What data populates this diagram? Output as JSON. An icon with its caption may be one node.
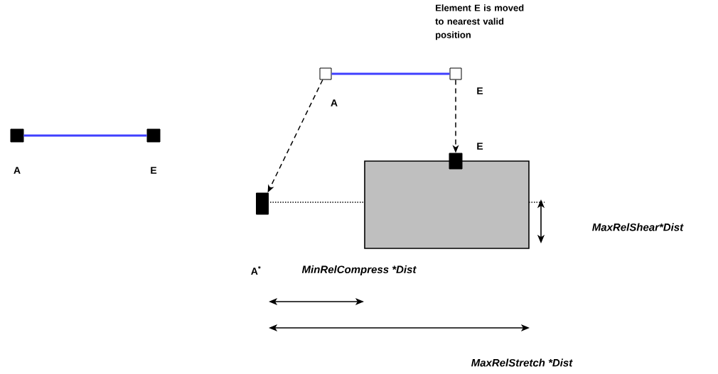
{
  "diagram": {
    "nodes": [
      {
        "text": [],
        "shape": "box",
        "beside": [
          "A"
        ]
      },
      {
        "text": [],
        "shape": "box",
        "beside": [
          "E"
        ]
      },
      {
        "text": [],
        "shape": "box",
        "beside": [
          "A"
        ]
      },
      {
        "text": [],
        "shape": "box",
        "beside": [
          "E"
        ]
      },
      {
        "text": [],
        "shape": "box",
        "beside": [
          "E"
        ]
      },
      {
        "text": [],
        "shape": "box"
      },
      {
        "text": [],
        "shape": "box"
      }
    ],
    "edges": [
      {
        "from": 0,
        "to": 1,
        "arrow": "none",
        "color": "#3f3fff"
      },
      {
        "from": 2,
        "to": 3,
        "arrow": "none",
        "color": "#3f3fff"
      },
      {
        "from": 2,
        "to": 5,
        "arrow": "to",
        "style": "dashed",
        "color": "#000000"
      },
      {
        "from": 3,
        "to": 4,
        "arrow": "to",
        "style": "dashed",
        "color": "#000000"
      }
    ],
    "labels": [
      "Element E is moved to nearest valid position",
      "A$^{*}$",
      "MaxRelShear*Dist",
      "MinRelCompress *Dist",
      "MaxRelStretch *Dist"
    ]
  }
}
